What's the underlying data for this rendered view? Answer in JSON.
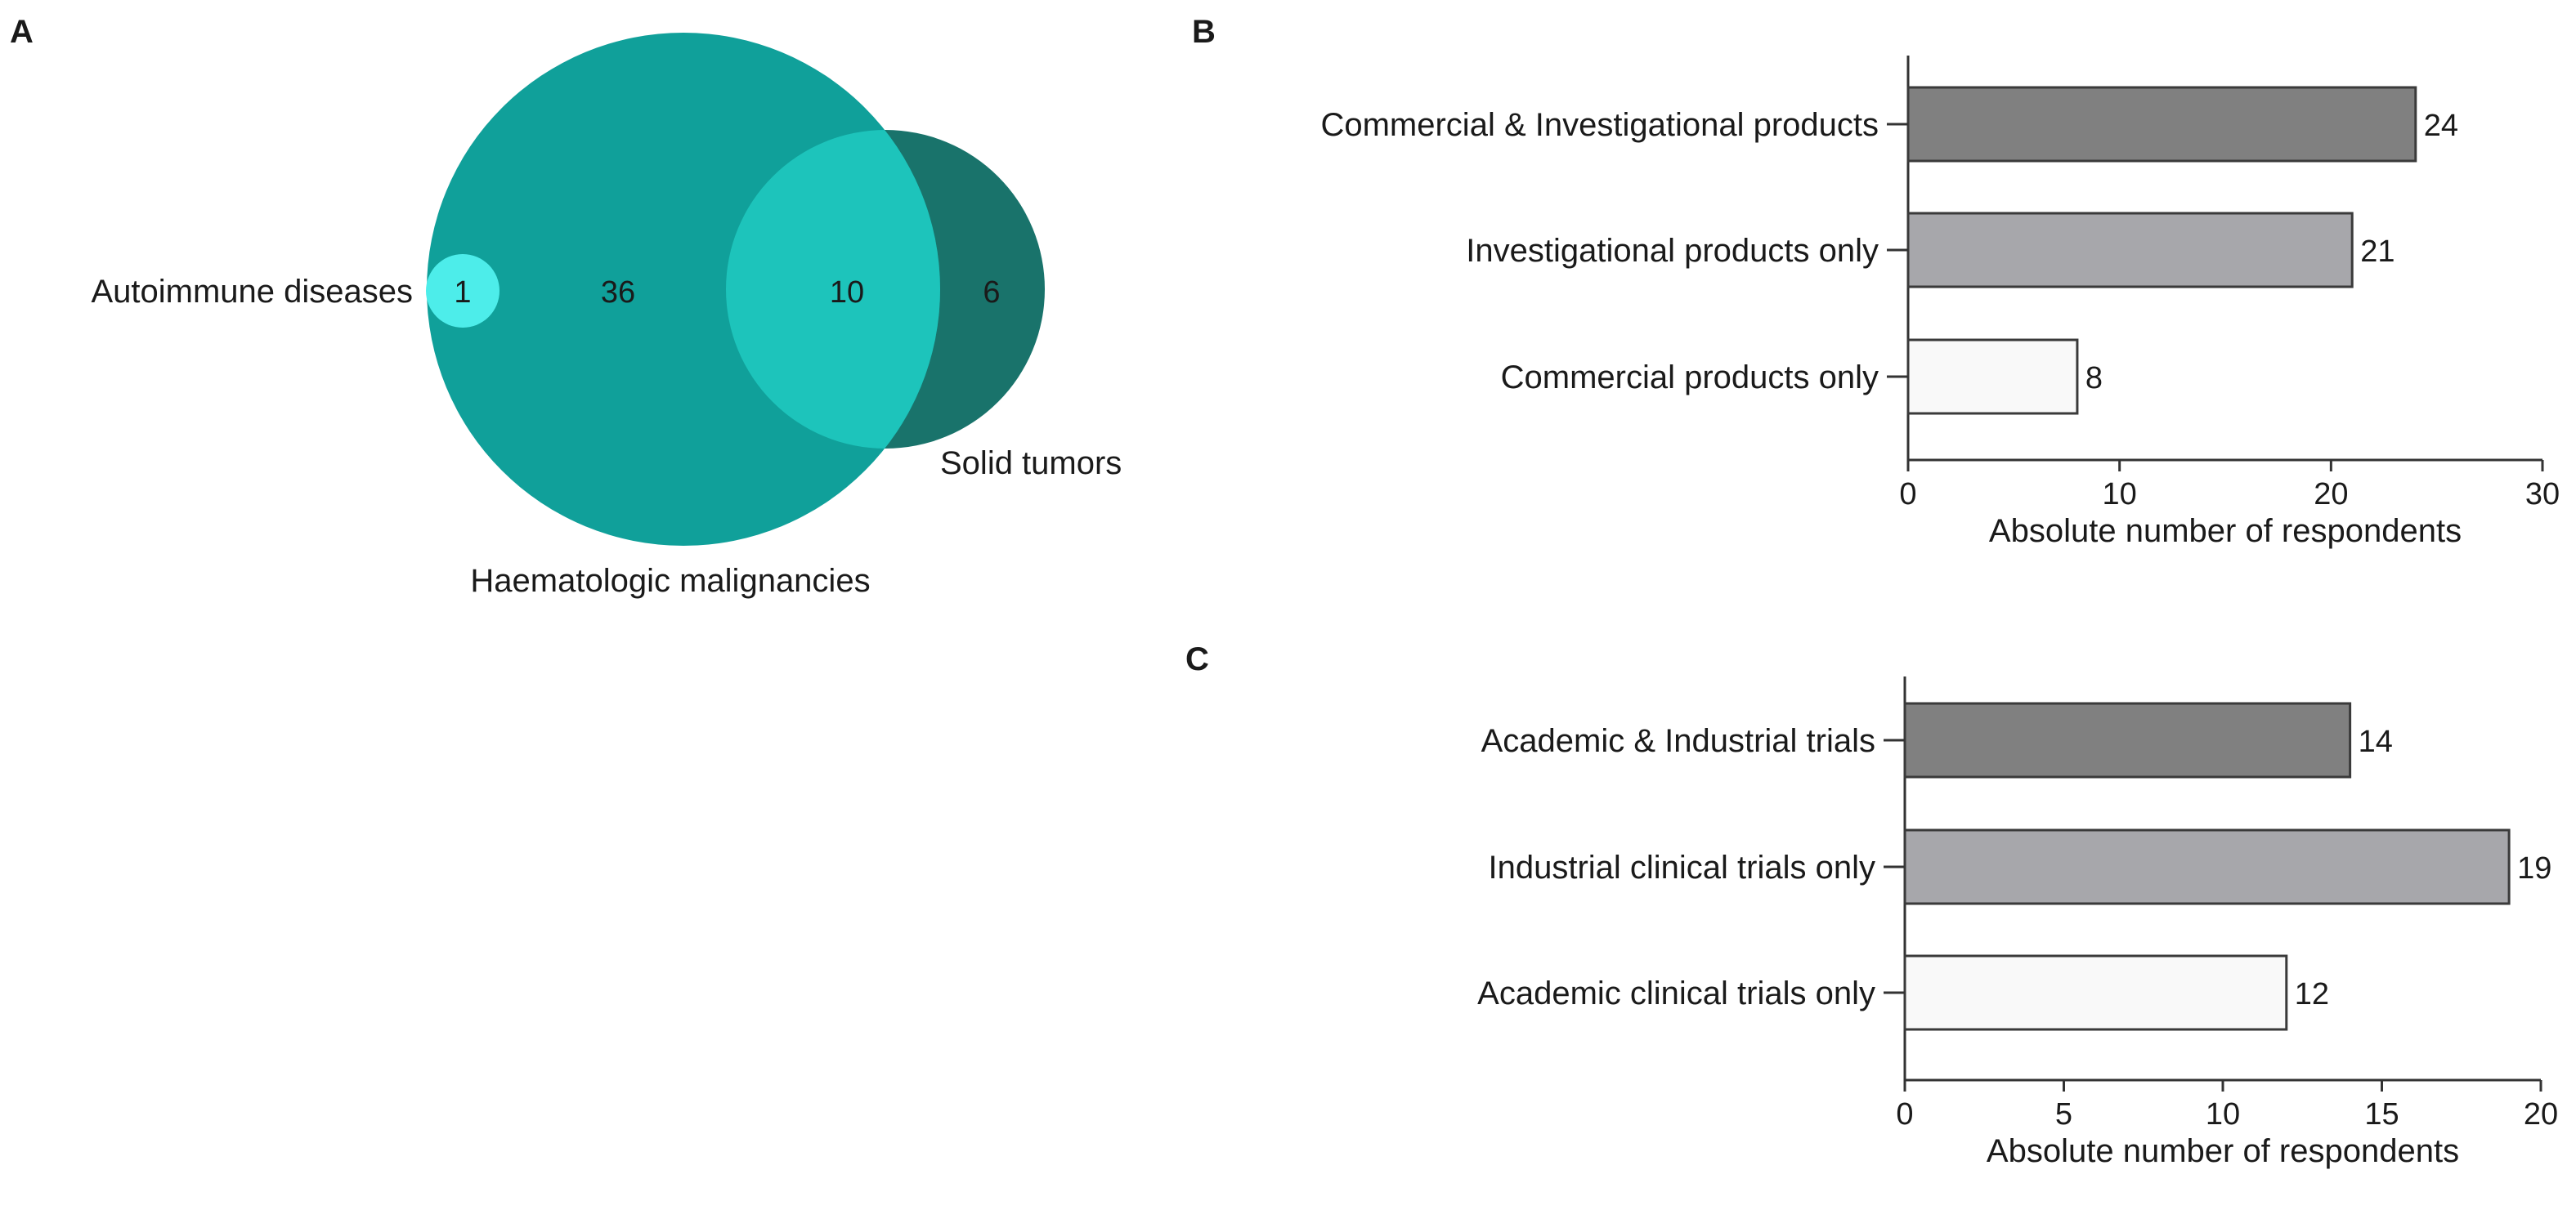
{
  "panels": {
    "a": "A",
    "b": "B",
    "c": "C"
  },
  "venn": {
    "sets": [
      {
        "label": "Autoimmune diseases",
        "color": "#4DEDEA"
      },
      {
        "label": "Haematologic malignancies",
        "color": "#10A09A"
      },
      {
        "label": "Solid tumors",
        "color": "#19736B"
      }
    ],
    "overlap_color": "#1DC4BB",
    "regions": {
      "autoimmune_only": "1",
      "haematologic_only": "36",
      "haematologic_and_solid": "10",
      "solid_only": "6"
    }
  },
  "chart_data": [
    {
      "type": "bar",
      "orientation": "horizontal",
      "panel": "B",
      "categories": [
        "Commercial & Investigational products",
        "Investigational products only",
        "Commercial products only"
      ],
      "values": [
        24,
        21,
        8
      ],
      "value_labels": [
        "24",
        "21",
        "8"
      ],
      "colors": [
        "#808080",
        "#A7A7AB",
        "#F9F9F9"
      ],
      "xlabel": "Absolute number of respondents",
      "xlim": [
        0,
        30
      ],
      "xticks": [
        0,
        10,
        20,
        30
      ],
      "grid": false,
      "legend": "none"
    },
    {
      "type": "bar",
      "orientation": "horizontal",
      "panel": "C",
      "categories": [
        "Academic & Industrial trials",
        "Industrial clinical trials only",
        "Academic clinical trials only"
      ],
      "values": [
        14,
        19,
        12
      ],
      "value_labels": [
        "14",
        "19",
        "12"
      ],
      "colors": [
        "#808080",
        "#A7A7AB",
        "#F9F9F9"
      ],
      "xlabel": "Absolute number of respondents",
      "xlim": [
        0,
        20
      ],
      "xticks": [
        0,
        5,
        10,
        15,
        20
      ],
      "grid": false,
      "legend": "none"
    }
  ]
}
